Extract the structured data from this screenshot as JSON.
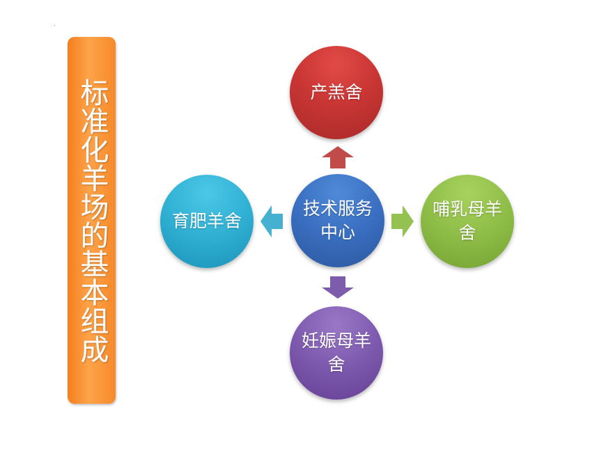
{
  "marker": ".",
  "title": "标准化羊场的基本组成",
  "center": {
    "label": "技术服务中心"
  },
  "nodes": {
    "top": {
      "label": "产羔舍"
    },
    "left": {
      "label": "育肥羊舍"
    },
    "right": {
      "label": "哺乳母羊舍"
    },
    "bottom": {
      "label": "妊娠母羊舍"
    }
  },
  "colors": {
    "title_bar": "#f68b2b",
    "top": "#c93634",
    "center": "#3a6ec0",
    "left": "#2fb0d3",
    "right": "#8ebd47",
    "bottom": "#7d59ae"
  }
}
